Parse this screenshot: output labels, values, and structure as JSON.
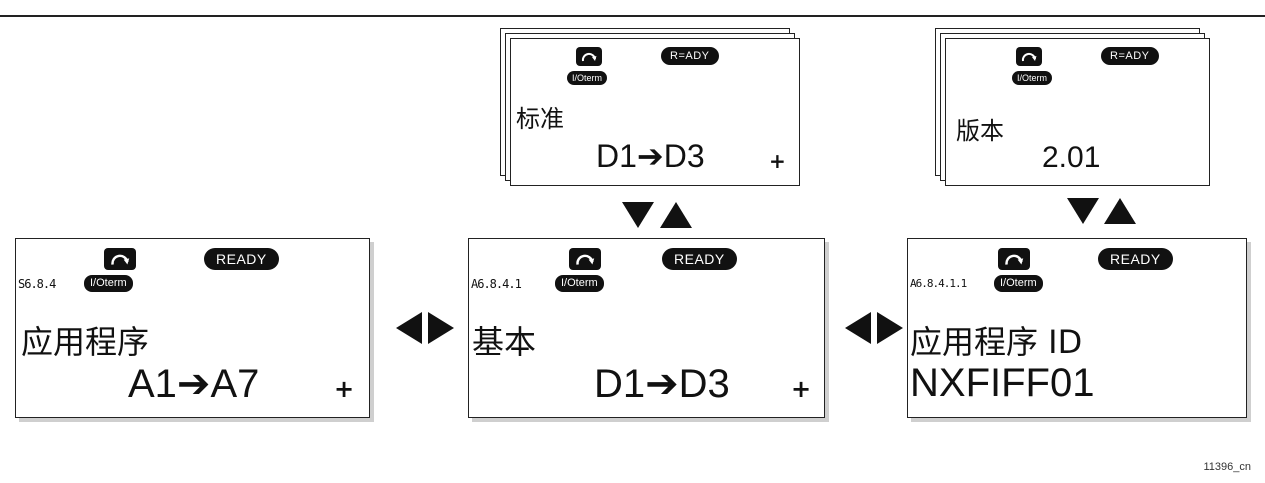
{
  "status_label": "READY",
  "status_label_alt": "R=ADY",
  "io_label": "I/Oterm",
  "nav_plus": "+",
  "panels": {
    "left": {
      "code": "S6.8.4",
      "title": "应用程序",
      "value": "A1➔A7"
    },
    "center": {
      "code": "A6.8.4.1",
      "title": "基本",
      "value": "D1➔D3"
    },
    "right": {
      "code": "A6.8.4.1.1",
      "title": "应用程序 ID",
      "value": "NXFIFF01"
    },
    "top_center": {
      "title": "标准",
      "value": "D1➔D3"
    },
    "top_right": {
      "title": "版本",
      "value": "2.01"
    }
  },
  "figure_id": "11396_cn"
}
